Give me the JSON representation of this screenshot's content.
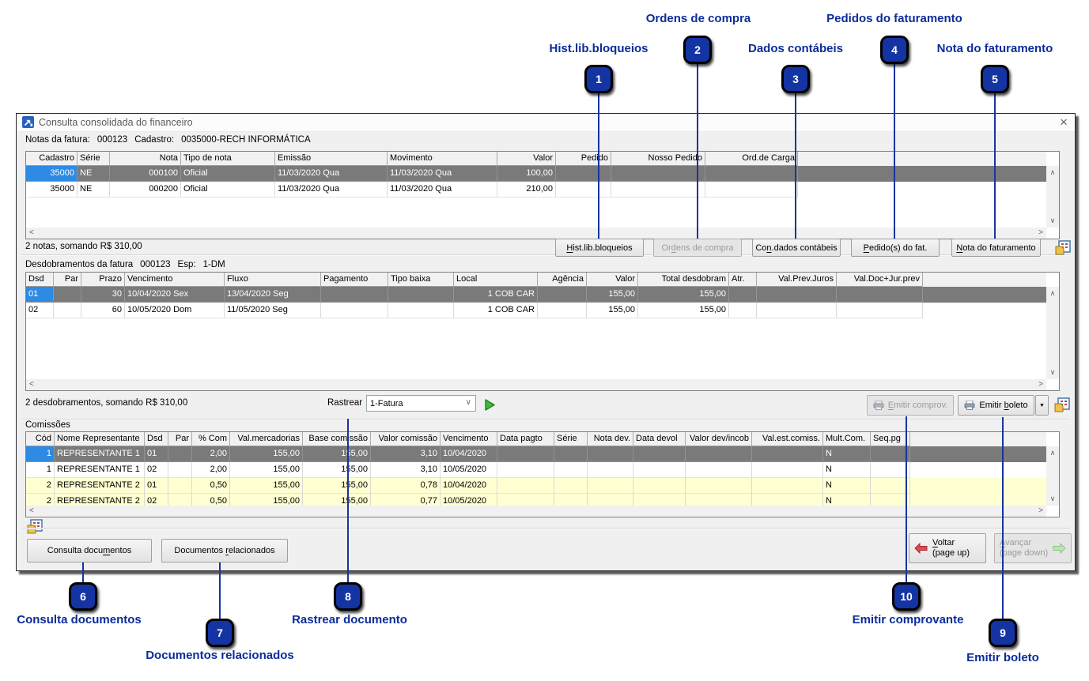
{
  "colors": {
    "accent_navy": "#0b2c9a",
    "badge_blue": "#1434a4",
    "selected_row": "#7a7a7a",
    "selected_cell": "#2e8ae2",
    "alt_row": "#ffffd2"
  },
  "icons": {
    "close": "×",
    "scroll_up": "∧",
    "scroll_down": "∨",
    "scroll_left": "<",
    "scroll_right": ">",
    "combo_chevron": "∨",
    "menu_arrow": "▼"
  },
  "window": {
    "title": "Consulta consolidada do financeiro",
    "notas_header": {
      "label": "Notas da fatura:",
      "numero": "000123",
      "cadastro_label": "Cadastro:",
      "cadastro_valor": "0035000-RECH INFORMÁTICA"
    },
    "summary_notas": "2 notas, somando R$ 310,00",
    "desdobr_header": {
      "label": "Desdobramentos da fatura",
      "numero": "000123",
      "esp_label": "Esp:",
      "esp_valor": "1-DM"
    },
    "summary_desdobr": "2 desdobramentos, somando R$ 310,00",
    "rastrear": {
      "label": "Rastrear",
      "combo_value": "1-Fatura"
    },
    "comissoes_label": "Comissões"
  },
  "toolbar1": [
    {
      "pre": "",
      "key": "H",
      "post": "ist.lib.bloqueios",
      "disabled": false
    },
    {
      "pre": "Or",
      "key": "d",
      "post": "ens de compra",
      "disabled": true
    },
    {
      "pre": "Co",
      "key": "n",
      "post": ".dados contábeis",
      "disabled": false
    },
    {
      "pre": "",
      "key": "P",
      "post": "edido(s) do fat.",
      "disabled": false
    },
    {
      "pre": "",
      "key": "N",
      "post": "ota do faturamento",
      "disabled": false
    }
  ],
  "emitir": {
    "comprov": {
      "pre": "",
      "key": "E",
      "post": "mitir comprov.",
      "disabled": true
    },
    "boleto": {
      "pre": "Emitir ",
      "key": "b",
      "post": "oleto",
      "disabled": false
    }
  },
  "bottom_buttons": {
    "consulta_docs": {
      "pre": "Consulta docu",
      "key": "m",
      "post": "entos"
    },
    "docs_relacionados": {
      "pre": "Documentos ",
      "key": "r",
      "post": "elacionados"
    },
    "voltar": {
      "pre": "",
      "key": "V",
      "post": "oltar",
      "line2": "(page up)",
      "disabled": false
    },
    "avancar": {
      "pre": "",
      "key": "A",
      "post": "vançar",
      "line2": "(page down)",
      "disabled": true
    }
  },
  "tables": {
    "notas": {
      "columns": [
        {
          "label": "Cadastro",
          "w": 65,
          "align": "right"
        },
        {
          "label": "Série",
          "w": 41,
          "align": "left"
        },
        {
          "label": "Nota",
          "w": 90,
          "align": "right"
        },
        {
          "label": "Tipo de nota",
          "w": 119,
          "align": "left"
        },
        {
          "label": "Emissão",
          "w": 142,
          "align": "left"
        },
        {
          "label": "Movimento",
          "w": 139,
          "align": "left"
        },
        {
          "label": "Valor",
          "w": 74,
          "align": "right"
        },
        {
          "label": "Pedido",
          "w": 70,
          "align": "right"
        },
        {
          "label": "Nosso Pedido",
          "w": 119,
          "align": "right"
        },
        {
          "label": "Ord.de Carga",
          "w": 117,
          "align": "right"
        }
      ],
      "rows": [
        {
          "variant": "selected",
          "anchor": true,
          "cells": [
            "35000",
            "NE",
            "000100",
            "Oficial",
            "11/03/2020 Qua",
            "11/03/2020 Qua",
            "100,00",
            "",
            "",
            ""
          ]
        },
        {
          "variant": "",
          "cells": [
            "35000",
            "NE",
            "000200",
            "Oficial",
            "11/03/2020 Qua",
            "11/03/2020 Qua",
            "210,00",
            "",
            "",
            ""
          ]
        }
      ]
    },
    "desdobramentos": {
      "columns": [
        {
          "label": "Dsd",
          "w": 35,
          "align": "left"
        },
        {
          "label": "Par",
          "w": 35,
          "align": "right"
        },
        {
          "label": "Prazo",
          "w": 55,
          "align": "right"
        },
        {
          "label": "Vencimento",
          "w": 126,
          "align": "left"
        },
        {
          "label": "Fluxo",
          "w": 122,
          "align": "left"
        },
        {
          "label": "Pagamento",
          "w": 85,
          "align": "left"
        },
        {
          "label": "Tipo baixa",
          "w": 83,
          "align": "left"
        },
        {
          "label": "Local",
          "w": 106,
          "align": "right",
          "halign": "left"
        },
        {
          "label": "Agência",
          "w": 62,
          "align": "right"
        },
        {
          "label": "Valor",
          "w": 65,
          "align": "right"
        },
        {
          "label": "Total desdobram",
          "w": 115,
          "align": "right"
        },
        {
          "label": "Atr.",
          "w": 35,
          "align": "left"
        },
        {
          "label": "Val.Prev.Juros",
          "w": 101,
          "align": "right"
        },
        {
          "label": "Val.Doc+Jur.prev",
          "w": 109,
          "align": "right"
        }
      ],
      "rows": [
        {
          "variant": "selected",
          "anchor": true,
          "cells": [
            "01",
            "",
            "30",
            "10/04/2020 Sex",
            "13/04/2020 Seg",
            "",
            "",
            "1 COB CAR",
            "",
            "155,00",
            "155,00",
            "",
            "",
            ""
          ]
        },
        {
          "variant": "",
          "cells": [
            "02",
            "",
            "60",
            "10/05/2020 Dom",
            "11/05/2020 Seg",
            "",
            "",
            "1 COB CAR",
            "",
            "155,00",
            "155,00",
            "",
            "",
            ""
          ]
        }
      ]
    },
    "comissoes": {
      "columns": [
        {
          "label": "Cód",
          "w": 36,
          "align": "right"
        },
        {
          "label": "Nome Representante",
          "w": 114,
          "align": "left"
        },
        {
          "label": "Dsd",
          "w": 30,
          "align": "left"
        },
        {
          "label": "Par",
          "w": 30,
          "align": "right"
        },
        {
          "label": "% Com",
          "w": 48,
          "align": "right"
        },
        {
          "label": "Val.mercadorias",
          "w": 92,
          "align": "right"
        },
        {
          "label": "Base comissão",
          "w": 86,
          "align": "right"
        },
        {
          "label": "Valor comissão",
          "w": 88,
          "align": "right"
        },
        {
          "label": "Vencimento",
          "w": 72,
          "align": "left"
        },
        {
          "label": "Data pagto",
          "w": 72,
          "align": "left"
        },
        {
          "label": "Série",
          "w": 42,
          "align": "left"
        },
        {
          "label": "Nota dev.",
          "w": 58,
          "align": "right"
        },
        {
          "label": "Data devol",
          "w": 66,
          "align": "left"
        },
        {
          "label": "Valor dev/incob",
          "w": 84,
          "align": "right"
        },
        {
          "label": "Val.est.comiss.",
          "w": 90,
          "align": "right"
        },
        {
          "label": "Mult.Com.",
          "w": 60,
          "align": "left"
        },
        {
          "label": "Seq.pg",
          "w": 50,
          "align": "left"
        }
      ],
      "rows": [
        {
          "variant": "selected",
          "anchor": true,
          "cells": [
            "1",
            "REPRESENTANTE 1",
            "01",
            "",
            "2,00",
            "155,00",
            "155,00",
            "3,10",
            "10/04/2020",
            "",
            "",
            "",
            "",
            "",
            "",
            "N",
            ""
          ]
        },
        {
          "variant": "",
          "cells": [
            "1",
            "REPRESENTANTE 1",
            "02",
            "",
            "2,00",
            "155,00",
            "155,00",
            "3,10",
            "10/05/2020",
            "",
            "",
            "",
            "",
            "",
            "",
            "N",
            ""
          ]
        },
        {
          "variant": "alt",
          "cells": [
            "2",
            "REPRESENTANTE 2",
            "01",
            "",
            "0,50",
            "155,00",
            "155,00",
            "0,78",
            "10/04/2020",
            "",
            "",
            "",
            "",
            "",
            "",
            "N",
            ""
          ]
        },
        {
          "variant": "alt",
          "cells": [
            "2",
            "REPRESENTANTE 2",
            "02",
            "",
            "0,50",
            "155,00",
            "155,00",
            "0,77",
            "10/05/2020",
            "",
            "",
            "",
            "",
            "",
            "",
            "N",
            ""
          ]
        }
      ]
    }
  },
  "annotations": {
    "items": [
      {
        "num": "1",
        "label": "Hist.lib.bloqueios"
      },
      {
        "num": "2",
        "label": "Ordens de compra"
      },
      {
        "num": "3",
        "label": "Dados contábeis"
      },
      {
        "num": "4",
        "label": "Pedidos do faturamento"
      },
      {
        "num": "5",
        "label": "Nota do faturamento"
      },
      {
        "num": "6",
        "label": "Consulta documentos"
      },
      {
        "num": "7",
        "label": "Documentos relacionados"
      },
      {
        "num": "8",
        "label": "Rastrear documento"
      },
      {
        "num": "9",
        "label": "Emitir boleto"
      },
      {
        "num": "10",
        "label": "Emitir comprovante"
      }
    ]
  }
}
